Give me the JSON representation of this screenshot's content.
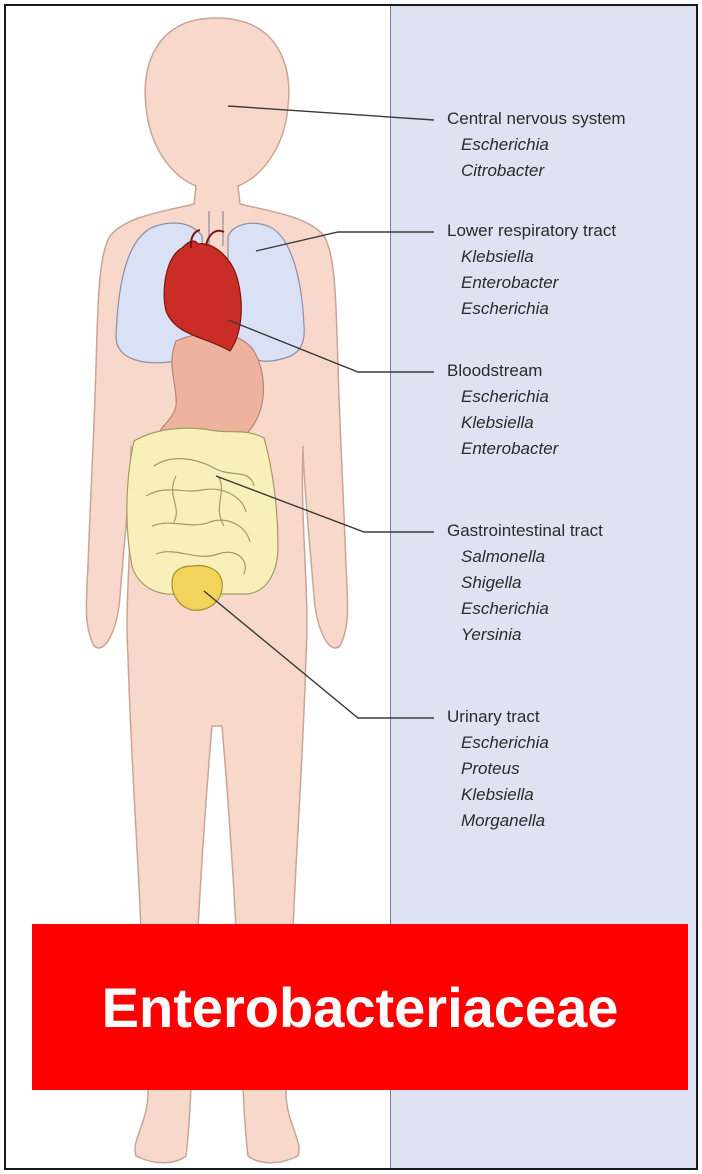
{
  "title": "Enterobacteriaceae",
  "colors": {
    "panel_background": "#dfe2f3",
    "skin": "#f8d8cb",
    "lungs": "#dbe1f4",
    "heart": "#c92d25",
    "stomach": "#eeb39f",
    "intestine": "#f8efbb",
    "bladder": "#f2d45c",
    "banner": "#fe0000"
  },
  "sites": [
    {
      "name": "Central nervous system",
      "organisms": [
        "Escherichia",
        "Citrobacter"
      ]
    },
    {
      "name": "Lower respiratory tract",
      "organisms": [
        "Klebsiella",
        "Enterobacter",
        "Escherichia"
      ]
    },
    {
      "name": "Bloodstream",
      "organisms": [
        "Escherichia",
        "Klebsiella",
        "Enterobacter"
      ]
    },
    {
      "name": "Gastrointestinal tract",
      "organisms": [
        "Salmonella",
        "Shigella",
        "Escherichia",
        "Yersinia"
      ]
    },
    {
      "name": "Urinary tract",
      "organisms": [
        "Escherichia",
        "Proteus",
        "Klebsiella",
        "Morganella"
      ]
    }
  ]
}
